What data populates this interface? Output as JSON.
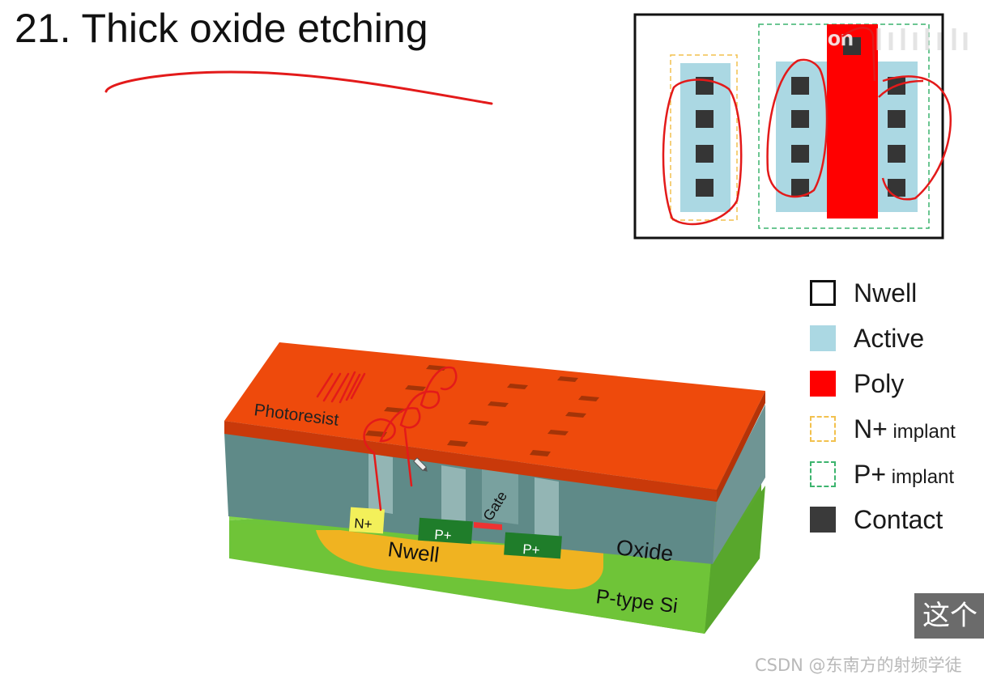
{
  "title": "21. Thick oxide etching",
  "layout_view": {
    "logo_text": "on"
  },
  "cross_section": {
    "photoresist_label": "Photoresist",
    "oxide_label": "Oxide",
    "substrate_label": "P-type Si",
    "nwell_label": "Nwell",
    "nplus_label": "N+",
    "pplus_left_label": "P+",
    "pplus_right_label": "P+",
    "gate_label": "Gate"
  },
  "legend": {
    "items": [
      {
        "label": "Nwell",
        "suffix": "",
        "color": "#ffffff",
        "border": "#111111",
        "style": "solid"
      },
      {
        "label": "Active",
        "suffix": "",
        "color": "#abd8e3",
        "border": "#abd8e3",
        "style": "fill"
      },
      {
        "label": "Poly",
        "suffix": "",
        "color": "#ff0000",
        "border": "#ff0000",
        "style": "fill"
      },
      {
        "label": "N+",
        "suffix": " implant",
        "color": "#ffffff",
        "border": "#f2c14e",
        "style": "dashed"
      },
      {
        "label": "P+",
        "suffix": " implant",
        "color": "#ffffff",
        "border": "#3cb46e",
        "style": "dashed"
      },
      {
        "label": "Contact",
        "suffix": "",
        "color": "#3a3a3a",
        "border": "#3a3a3a",
        "style": "fill"
      }
    ]
  },
  "caption": "这个",
  "watermark": "CSDN @东南方的射频学徒",
  "colors": {
    "photoresist_top": "#ee4a0c",
    "photoresist_side": "#d23d08",
    "oxide": "#8fb4b4",
    "substrate": "#7ed13f",
    "nwell": "#f0b321",
    "pplus": "#1f7d2a",
    "nplus": "#f3f05a",
    "annotation": "#e31a1a"
  }
}
